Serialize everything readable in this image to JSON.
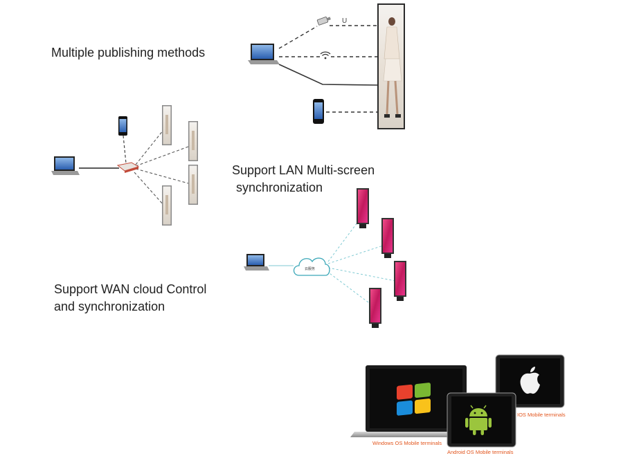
{
  "sections": {
    "publishing": {
      "caption": "Multiple publishing methods",
      "usb_label": "U"
    },
    "lan": {
      "caption_line1": "Support LAN Multi-screen",
      "caption_line2": "synchronization"
    },
    "wan": {
      "caption_line1": "Support WAN cloud Control",
      "caption_line2": "and synchronization",
      "cloud_label": "云服务"
    }
  },
  "terminals": {
    "windows_label": "Windows OS Mobile terminals",
    "android_label": "Android OS Mobile terminals",
    "ios_label": "IOS Mobile terminals"
  },
  "icons": [
    "laptop-icon",
    "usb-drive-icon",
    "wifi-icon",
    "smartphone-icon",
    "router-icon",
    "cloud-icon",
    "windows-logo-icon",
    "android-logo-icon",
    "apple-logo-icon"
  ],
  "colors": {
    "accent_orange": "#e2551d",
    "display_magenta": "#d6246e",
    "cloud_line": "#7ec9d2"
  }
}
